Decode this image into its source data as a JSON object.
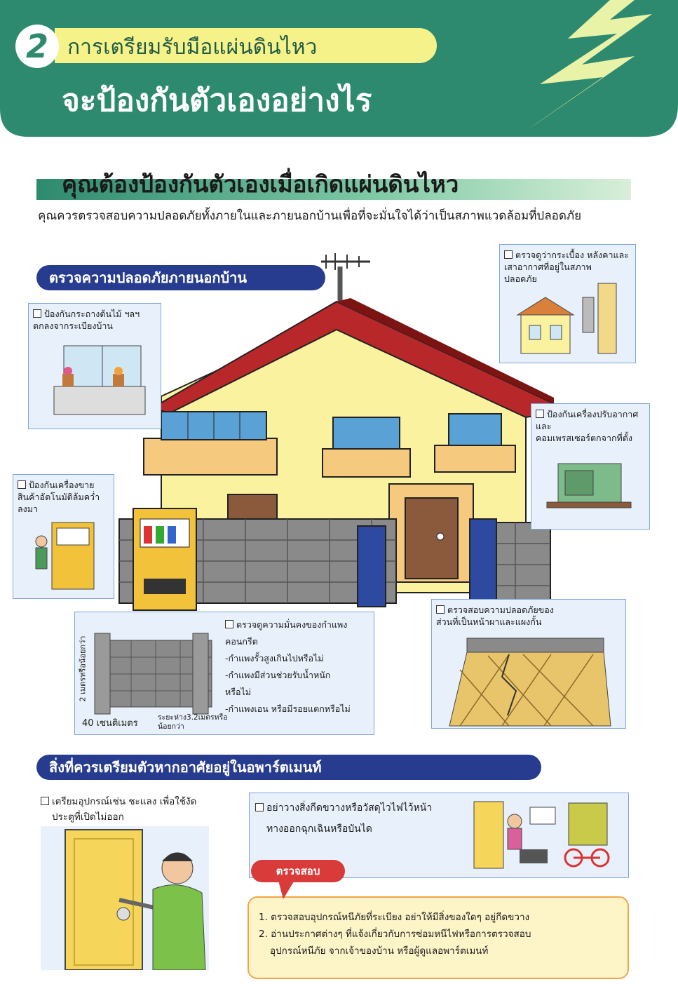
{
  "header": {
    "number": "2",
    "subtitle": "การเตรียมรับมือแผ่นดินไหว",
    "title": "จะป้องกันตัวเองอย่างไร"
  },
  "section": {
    "title": "คุณต้องป้องกันตัวเองเมื่อเกิดแผ่นดินไหว",
    "intro": "คุณควรตรวจสอบความปลอดภัยทั้งภายในและภายนอกบ้านเพื่อที่จะมั่นใจได้ว่าเป็นสภาพแวดล้อมที่ปลอดภัย"
  },
  "outside": {
    "heading": "ตรวจความปลอดภัยภายนอกบ้าน",
    "flowerpot": [
      "ป้องกันกระถางต้นไม้ ฯลฯ",
      "ตกลงจากระเบียงบ้าน"
    ],
    "tiles": [
      "ตรวจดูว่ากระเบื้อง หลังคาและ",
      "เสาอากาศที่อยู่ในสภาพ",
      "ปลอดภัย"
    ],
    "aircon": [
      "ป้องกันเครื่องปรับอากาศและ",
      "คอมเพรสเซอร์ตกจากที่ตั้ง"
    ],
    "vending": [
      "ป้องกันเครื่องขาย",
      "สินค้าอัตโนมัติล้มคว่ำ",
      "ลงมา"
    ],
    "wall": [
      "ตรวจดูความมั่นคงของกำแพง",
      "คอนกรีต",
      "-กำแพงรั้วสูงเกินไปหรือไม่",
      "-กำแพงมีส่วนช่วยรับน้ำหนัก",
      "หรือไม่",
      "-กำแพงเอน หรือมีรอยแตกหรือไม่"
    ],
    "wall_dims": {
      "height": "2 เมตรหรือน้อยกว่า",
      "thickness": "40 เซนติเมตร",
      "spacing": [
        "ระยะห่าง3.2เมตรหรือ",
        "น้อยกว่า"
      ]
    },
    "slope": [
      "ตรวจสอบความปลอดภัยของ",
      "ส่วนที่เป็นหน้าผาและแผงกั้น"
    ]
  },
  "apartment": {
    "heading": "สิ่งที่ควรเตรียมตัวหากอาศัยอยู่ในอพาร์ตเมนท์",
    "tool": [
      "เตรียมอุปกรณ์เช่น ชะแลง เพื่อใช้งัด",
      "ประตูที่เปิดไม่ออก"
    ],
    "exit": [
      "อย่าวางสิ่งกีดขวางหรือวัสดุไวไฟไว้หน้า",
      "ทางออกฉุกเฉินหรือบันได"
    ]
  },
  "inspect": {
    "label": "ตรวจสอบ",
    "items": [
      "1. ตรวจสอบอุปกรณ์หนีภัยที่ระเบียง อย่าให้มีสิ่งของใดๆ อยู่กีดขวาง",
      "2. อ่านประกาศต่างๆ ที่แจ้งเกี่ยวกับการซ่อมหนีไฟหรือการตรวจสอบ",
      "อุปกรณ์หนีภัย จากเจ้าของบ้าน หรือผู้ดูแลอพาร์ตเมนท์"
    ]
  },
  "colors": {
    "header_green": "#2e8a6e",
    "pill_blue": "#283c8f",
    "subtitle_yellow": "#f6f28a",
    "roof_red": "#b8282a",
    "house_yellow": "#fbf2a0",
    "inspect_red": "#d93a3a"
  }
}
